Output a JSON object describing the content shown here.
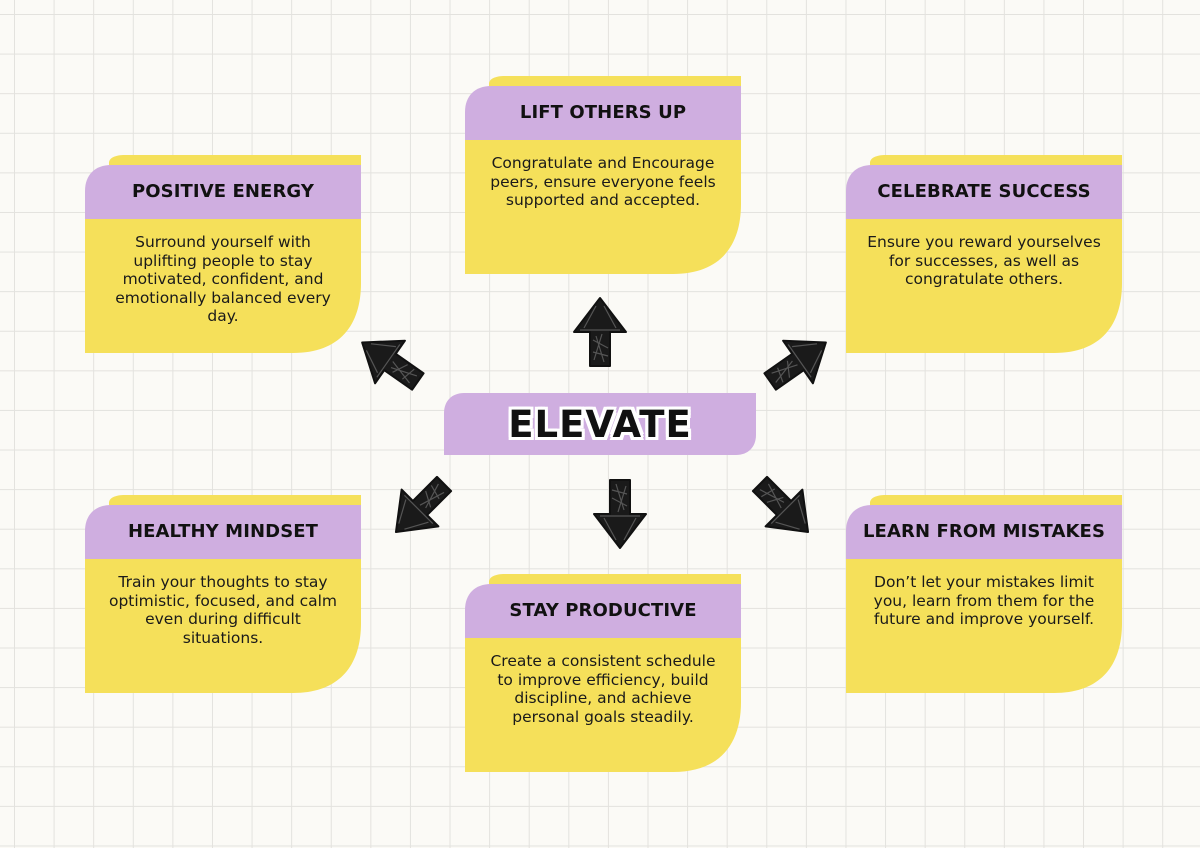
{
  "colors": {
    "purple": "#cfaee0",
    "yellow": "#f5e05a",
    "ink": "#111111",
    "background": "#fbfaf6"
  },
  "center": {
    "title": "ELEVATE"
  },
  "cards": {
    "lift": {
      "title": "LIFT OTHERS UP",
      "body": "Congratulate and Encourage peers, ensure everyone feels supported and accepted."
    },
    "positive": {
      "title": "POSITIVE ENERGY",
      "body": "Surround yourself with uplifting people to stay motivated, confident, and emotionally balanced every day."
    },
    "celebrate": {
      "title": "CELEBRATE SUCCESS",
      "body": "Ensure you reward yourselves for successes, as well as congratulate others."
    },
    "healthy": {
      "title": "HEALTHY MINDSET",
      "body": "Train your thoughts to stay optimistic, focused, and calm even during difficult situations."
    },
    "productive": {
      "title": "STAY PRODUCTIVE",
      "body": "Create a consistent schedule to improve efficiency, build discipline, and achieve personal goals steadily."
    },
    "learn": {
      "title": "LEARN FROM MISTAKES",
      "body": "Don’t let your mistakes limit you, learn from them for the future and improve yourself."
    }
  },
  "icons": {
    "arrow": "hand-drawn-arrow-icon"
  }
}
